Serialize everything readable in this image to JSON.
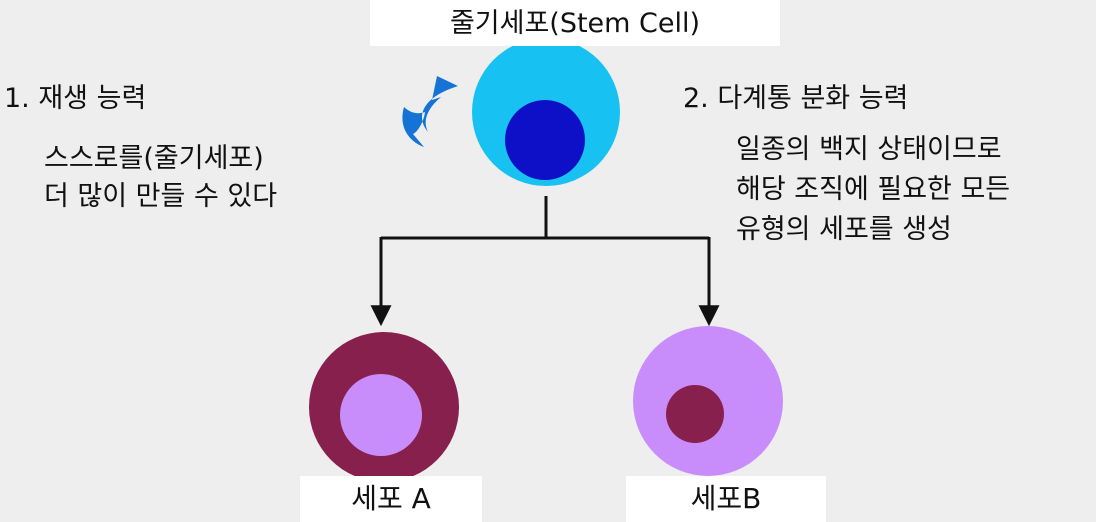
{
  "stem_cell": {
    "title": "줄기세포(Stem Cell)",
    "outer_color": "#17c2f2",
    "inner_color": "#0e10c8",
    "cycle_arrow_icon": "curved-arrow-icon",
    "cycle_arrow_color": "#1573d6"
  },
  "renewal": {
    "heading": "1. 재생 능력",
    "lines": [
      "스스로를(줄기세포)",
      "더 많이 만들 수 있다"
    ]
  },
  "differentiation": {
    "heading": "2. 다계통 분화 능력",
    "lines": [
      "일종의 백지 상태이므로",
      "해당 조직에 필요한 모든",
      "유형의 세포를 생성"
    ]
  },
  "cell_a": {
    "label": "세포 A",
    "outer_color": "#87204c",
    "inner_color": "#c88dfb"
  },
  "cell_b": {
    "label": "세포B",
    "outer_color": "#c88dfb",
    "inner_color": "#87204c"
  },
  "connector_color": "#111111"
}
